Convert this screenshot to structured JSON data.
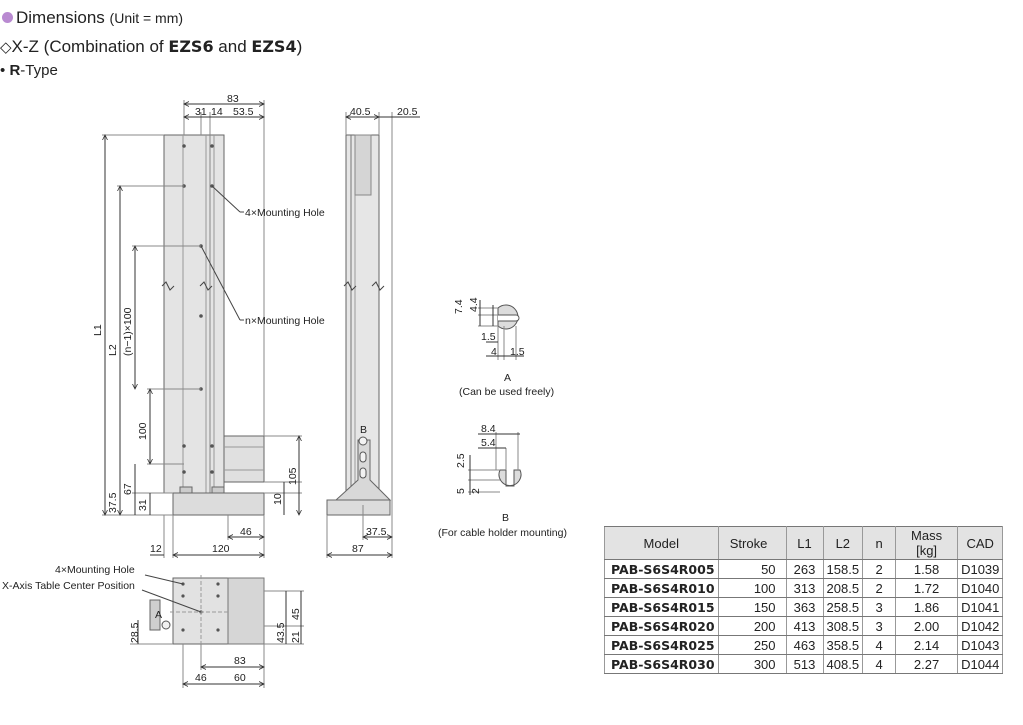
{
  "header": {
    "title": "Dimensions",
    "unit": "(Unit = mm)",
    "subtitle_prefix": "X-Z (Combination of ",
    "model_a": "EZS6",
    "subtitle_and": " and ",
    "model_b": "EZS4",
    "subtitle_suffix": ")",
    "type_letter": "R",
    "type_suffix": "-Type",
    "bullet_color": "#b98ad1"
  },
  "diagram": {
    "front_dims": {
      "d83": "83",
      "d31": "31",
      "d14": "14",
      "d53_5": "53.5",
      "L1": "L1",
      "L2": "L2",
      "nm1x100": "(n−1)×100",
      "d100": "100",
      "d67": "67",
      "d37_5": "37.5",
      "d31b": "31",
      "d10": "10",
      "d105": "105",
      "d46": "46",
      "d12": "12",
      "d120": "120"
    },
    "front_labels": {
      "hole4": "4×Mounting Hole",
      "holen": "n×Mounting Hole"
    },
    "side_dims": {
      "d40_5": "40.5",
      "d20_5": "20.5",
      "d37_5": "37.5",
      "d87": "87",
      "B": "B"
    },
    "detail_a": {
      "d7_4": "7.4",
      "d4_4": "4.4",
      "d1_5a": "1.5",
      "d4": "4",
      "d1_5b": "1.5",
      "label": "A",
      "caption": "(Can be used freely)"
    },
    "detail_b": {
      "d8_4": "8.4",
      "d5_4": "5.4",
      "d2_5": "2.5",
      "d5": "5",
      "d2": "2",
      "label": "B",
      "caption": "(For cable holder mounting)"
    },
    "top_view": {
      "hole4": "4×Mounting Hole",
      "center": "X-Axis Table Center Position",
      "A": "A",
      "d28_5": "28.5",
      "d43_5": "43.5",
      "d21": "21",
      "d45": "45",
      "d83": "83",
      "d46": "46",
      "d60": "60"
    }
  },
  "table": {
    "headers": [
      "Model",
      "Stroke",
      "L1",
      "L2",
      "n",
      "Mass [kg]",
      "CAD"
    ],
    "rows": [
      [
        "PAB-S6S4R005",
        "50",
        "263",
        "158.5",
        "2",
        "1.58",
        "D1039"
      ],
      [
        "PAB-S6S4R010",
        "100",
        "313",
        "208.5",
        "2",
        "1.72",
        "D1040"
      ],
      [
        "PAB-S6S4R015",
        "150",
        "363",
        "258.5",
        "3",
        "1.86",
        "D1041"
      ],
      [
        "PAB-S6S4R020",
        "200",
        "413",
        "308.5",
        "3",
        "2.00",
        "D1042"
      ],
      [
        "PAB-S6S4R025",
        "250",
        "463",
        "358.5",
        "4",
        "2.14",
        "D1043"
      ],
      [
        "PAB-S6S4R030",
        "300",
        "513",
        "408.5",
        "4",
        "2.27",
        "D1044"
      ]
    ]
  }
}
